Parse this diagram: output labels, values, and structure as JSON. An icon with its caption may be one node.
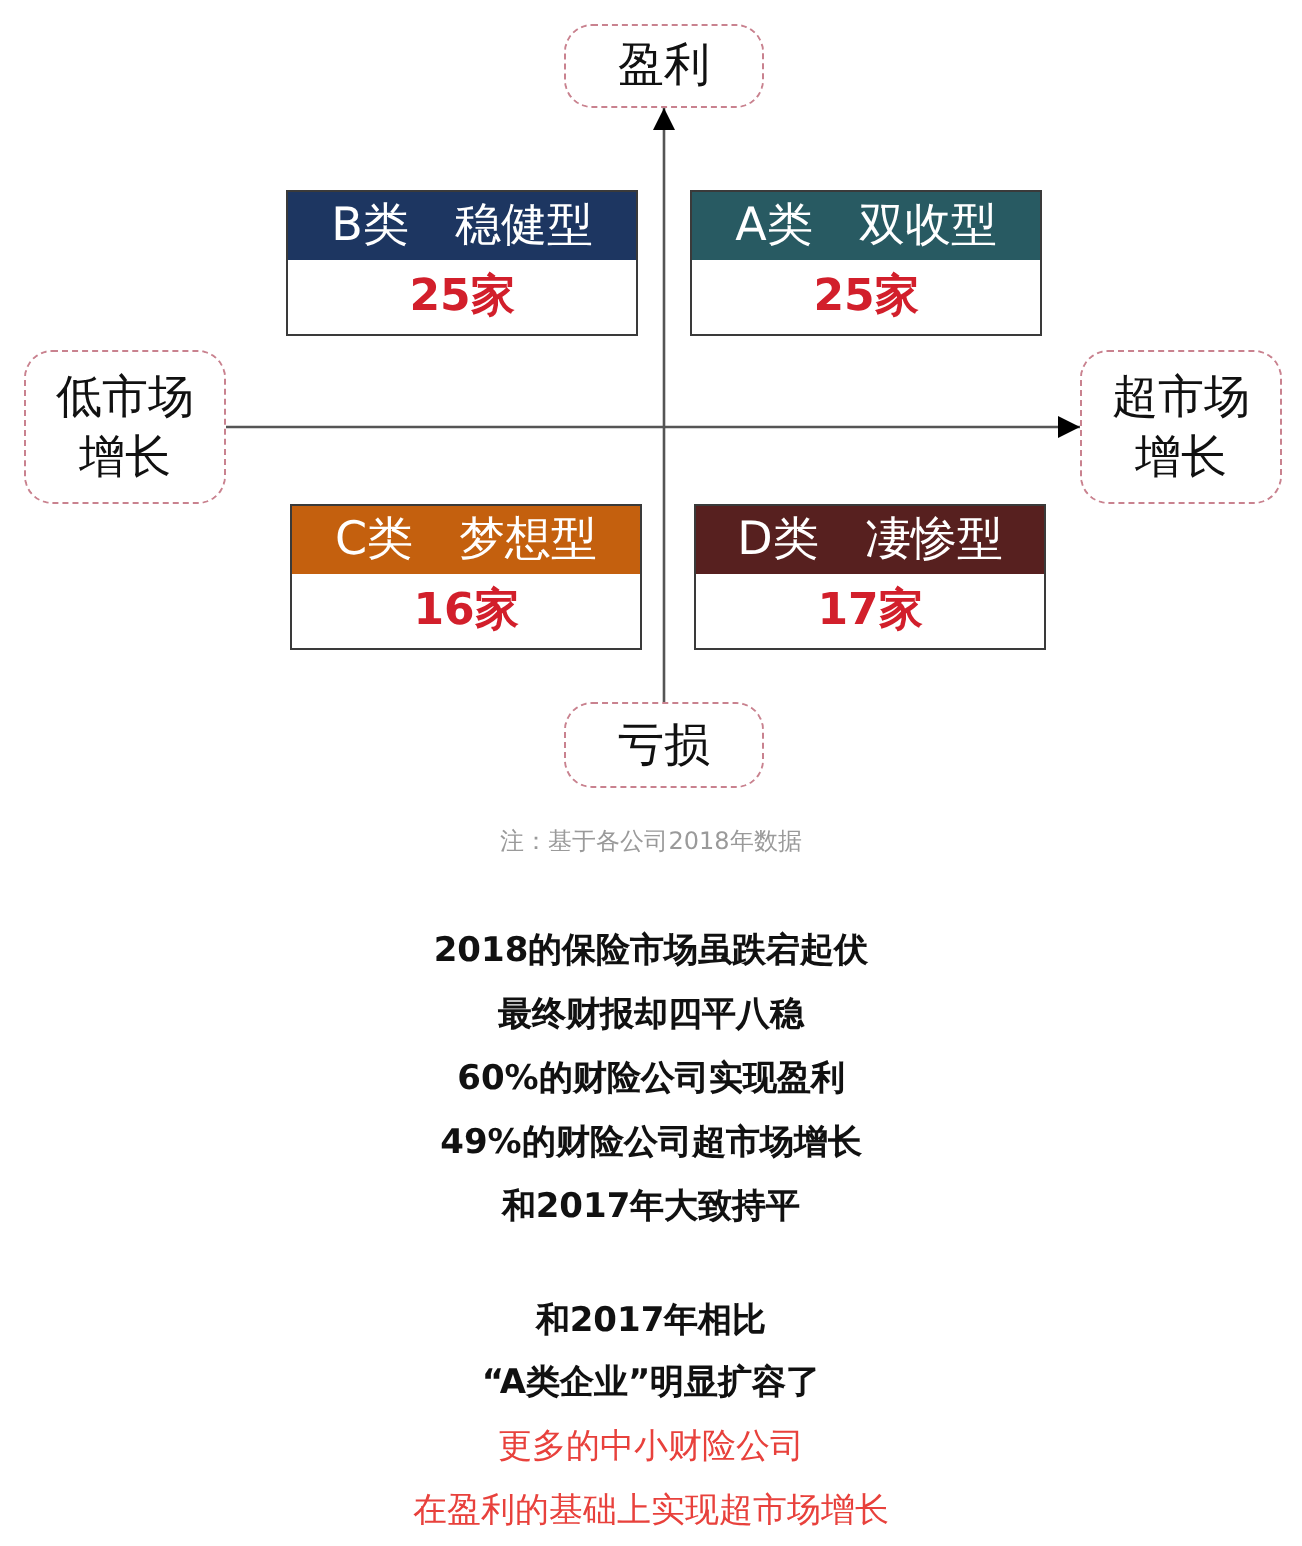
{
  "diagram": {
    "nodes": [
      {
        "text": [
          "盈利"
        ]
      },
      {
        "text": [
          "B类　稳健型",
          "25家"
        ]
      },
      {
        "text": [
          "A类　双收型",
          "25家"
        ]
      },
      {
        "text": [
          "低市场增长"
        ]
      },
      {
        "text": [
          "超市场增长"
        ]
      },
      {
        "text": [
          "C类　梦想型",
          "16家"
        ]
      },
      {
        "text": [
          "D类　凄惨型",
          "17家"
        ]
      },
      {
        "text": [
          "亏损"
        ]
      }
    ],
    "edges": [
      {
        "from": 3,
        "to": 4,
        "arrow": "to"
      },
      {
        "from": 7,
        "to": 0,
        "arrow": "to"
      }
    ],
    "labels": [
      "注：基于各公司2018年数据",
      "2018的保险市场虽跌宕起伏",
      "最终财报却四平八稳",
      "60%的财险公司实现盈利",
      "49%的财险公司超市场增长",
      "和2017年大致持平",
      "和2017年相比",
      "“A类企业”明显扩容了",
      "更多的中小财险公司",
      "在盈利的基础上实现超市场增长"
    ]
  }
}
